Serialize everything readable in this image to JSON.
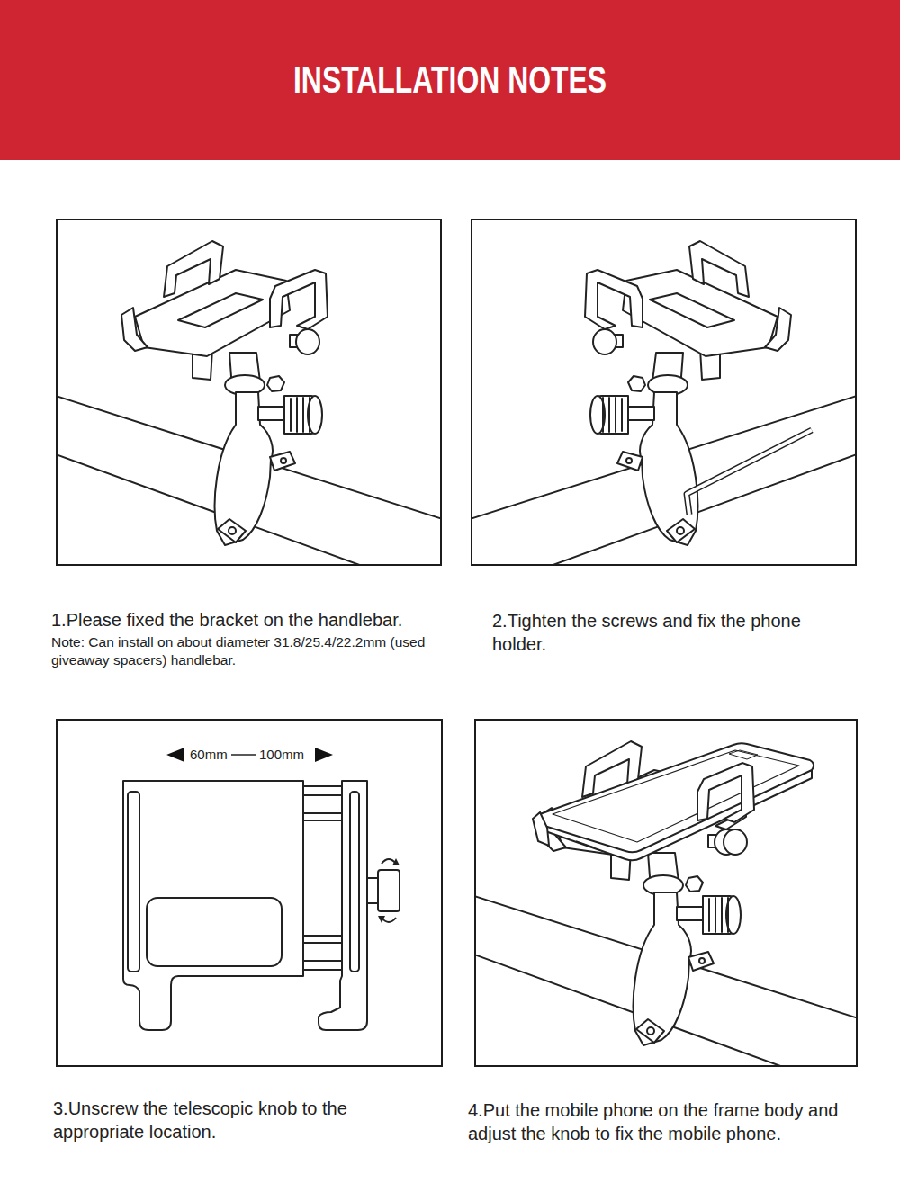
{
  "diagram": {
    "title": "INSTALLATION NOTES",
    "nodes": [
      {
        "text": [
          "1.Please fixed the bracket on the handlebar.",
          "Note: Can install on about diameter 31.8/25.4/22.2mm (used giveaway spacers) handlebar."
        ]
      },
      {
        "text": [
          "2.Tighten the screws and fix the phone holder."
        ]
      },
      {
        "text": [
          "3.Unscrew the telescopic knob to the appropriate location."
        ]
      },
      {
        "text": [
          "4.Put the mobile phone on the frame body and adjust the knob to fix the mobile phone."
        ]
      }
    ],
    "labels": [
      "60mm",
      "100mm"
    ]
  }
}
